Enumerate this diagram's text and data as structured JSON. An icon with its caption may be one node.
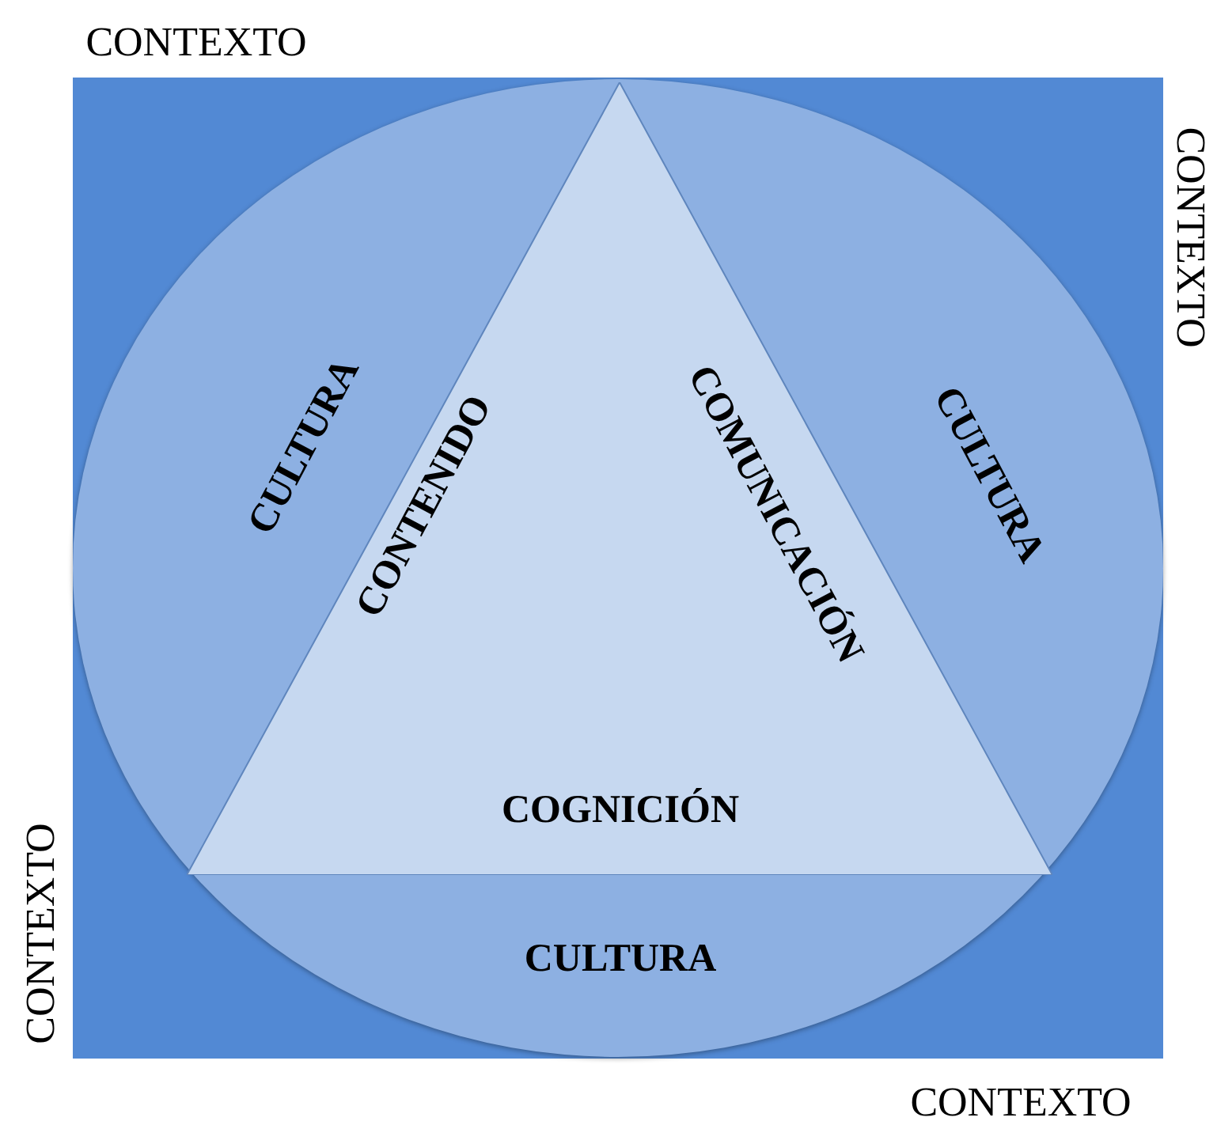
{
  "diagram": {
    "nodes": [
      {
        "text": [],
        "shape": "box"
      },
      {
        "text": [
          "CULTURA",
          "CULTURA",
          "CULTURA"
        ],
        "in": 0
      },
      {
        "text": [
          "CONTENIDO",
          "COMUNICACIÓN",
          "COGNICIÓN"
        ],
        "in": 1
      }
    ],
    "labels": [
      "CONTEXTO",
      "CONTEXTO",
      "CONTEXTO",
      "CONTEXTO"
    ]
  }
}
